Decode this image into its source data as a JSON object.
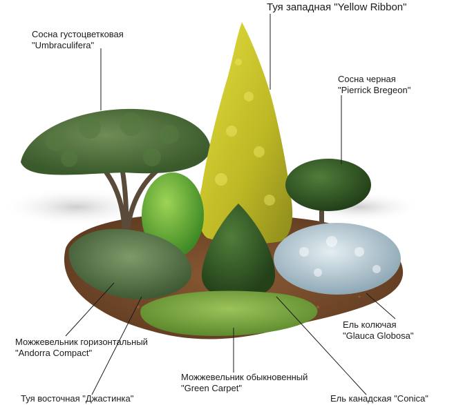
{
  "labels": {
    "thuja_yellow_ribbon": {
      "line1": "Туя западная \"Yellow Ribbon\""
    },
    "pine_umbraculifera": {
      "line1": "Сосна густоцветковая",
      "line2": "\"Umbraculifera\""
    },
    "pine_black": {
      "line1": "Сосна черная",
      "line2": "\"Pierrick Bregeon\""
    },
    "spruce_glauca": {
      "line1": "Ель колючая",
      "line2": "\"Glauca Globosa\""
    },
    "juniper_andorra": {
      "line1": "Можжевельник горизонтальный",
      "line2": "\"Andorra Compact\""
    },
    "juniper_green_carpet": {
      "line1": "Можжевельник обыкновенный",
      "line2": "\"Green Carpet\""
    },
    "thuja_justinka": {
      "line1": "Туя восточная \"Джастинка\""
    },
    "spruce_conica": {
      "line1": "Ель канадская \"Conica\""
    }
  },
  "colors": {
    "mulch": "#7a4a2a",
    "yellow_thuja": "#c9c52a",
    "dark_green": "#3f6b2f",
    "blue_spruce": "#b9cbd6",
    "bright_green": "#6fb83a"
  }
}
